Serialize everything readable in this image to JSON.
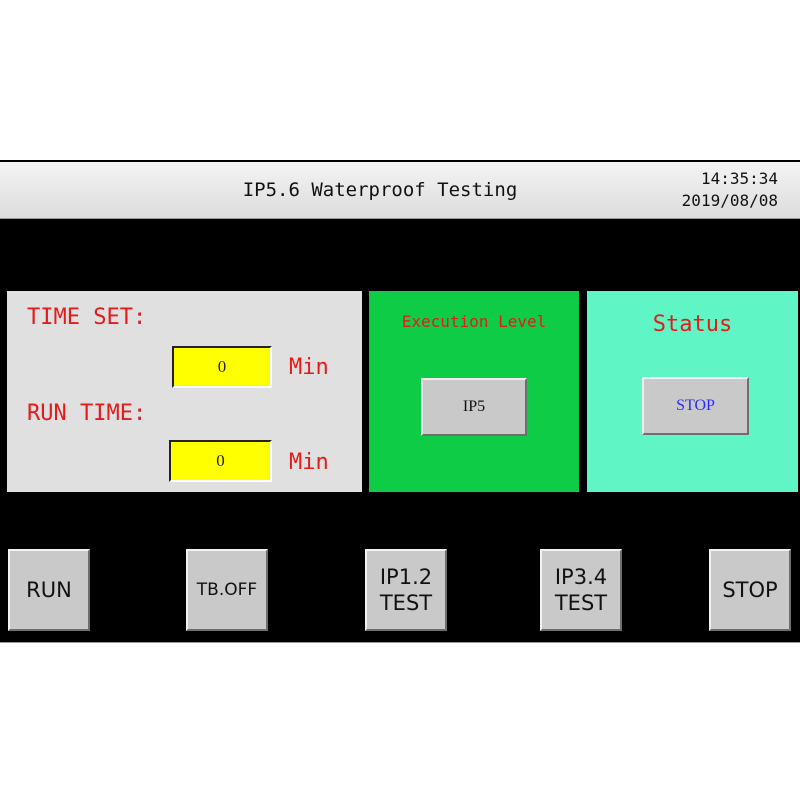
{
  "header": {
    "title": "IP5.6 Waterproof Testing",
    "time": "14:35:34",
    "date": "2019/08/08"
  },
  "time_panel": {
    "time_set_label": "TIME SET:",
    "time_set_value": "0",
    "time_set_unit": "Min",
    "run_time_label": "RUN TIME:",
    "run_time_value": "0",
    "run_time_unit": "Min"
  },
  "execution_panel": {
    "title": "Execution Level",
    "level_button": "IP5"
  },
  "status_panel": {
    "title": "Status",
    "status_button": "STOP"
  },
  "bottom_buttons": {
    "run": "RUN",
    "tb_off": "TB.OFF",
    "ip12_test": "IP1.2\nTEST",
    "ip34_test": "IP3.4\nTEST",
    "stop": "STOP"
  },
  "colors": {
    "label_red": "#e41b1b",
    "field_yellow": "#ffff00",
    "execution_green": "#0ecc46",
    "status_mint": "#5ff5c4",
    "status_text_blue": "#2a2aff"
  }
}
